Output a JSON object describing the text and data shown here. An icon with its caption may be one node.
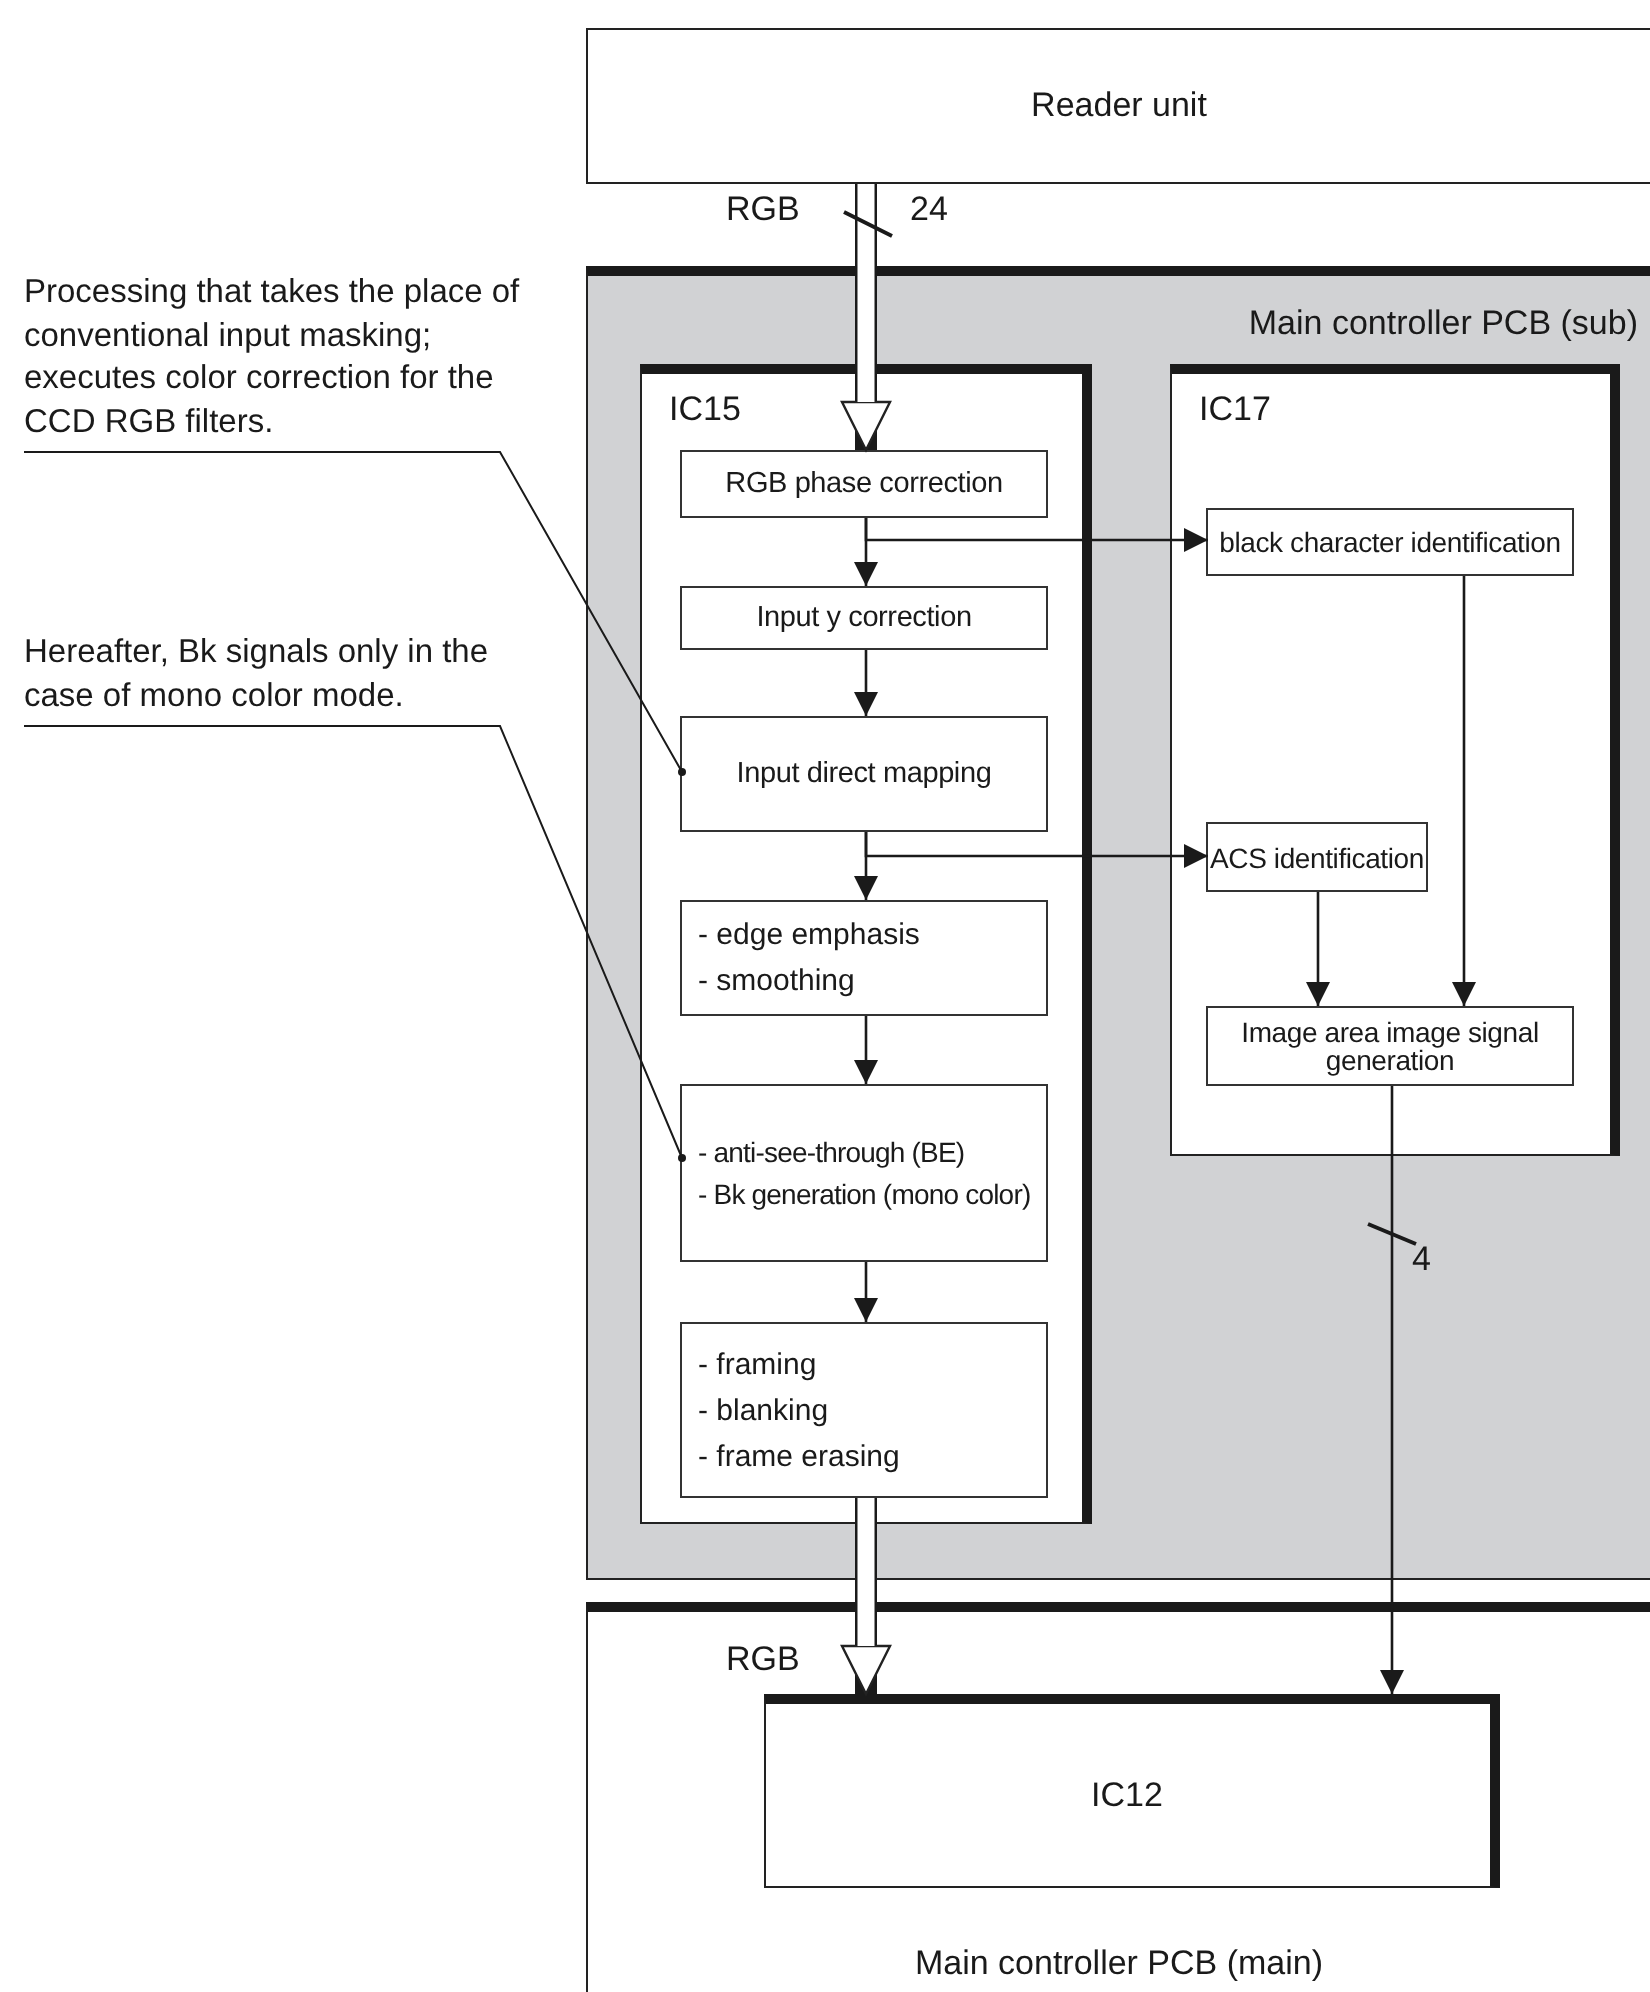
{
  "diagram": {
    "nodes": [
      {
        "text": [
          "Reader unit"
        ]
      },
      {
        "text": [
          "Main controller PCB (sub)"
        ]
      },
      {
        "text": [
          "IC15"
        ],
        "in": 1
      },
      {
        "text": [
          "RGB phase correction"
        ],
        "in": 2
      },
      {
        "text": [
          "Input y correction"
        ],
        "in": 2
      },
      {
        "text": [
          "Input direct mapping"
        ],
        "in": 2
      },
      {
        "text": [
          "- edge emphasis",
          "- smoothing"
        ],
        "in": 2
      },
      {
        "text": [
          "- anti-see-through (BE)",
          "- Bk generation (mono color)"
        ],
        "in": 2
      },
      {
        "text": [
          "- framing",
          "- blanking",
          "- frame erasing"
        ],
        "in": 2
      },
      {
        "text": [
          "IC17"
        ],
        "in": 1
      },
      {
        "text": [
          "black character identification"
        ],
        "in": 9
      },
      {
        "text": [
          "ACS identification"
        ],
        "in": 9
      },
      {
        "text": [
          "Image area image signal generation"
        ],
        "in": 9
      },
      {
        "text": [
          "Main controller PCB (main)"
        ]
      },
      {
        "text": [
          "IC12"
        ],
        "in": 13
      },
      {
        "text": [
          "Processing that takes the place of conventional input masking;",
          "executes color correction for the CCD RGB filters."
        ]
      },
      {
        "text": [
          "Hereafter, Bk signals only in the case of mono color mode."
        ]
      }
    ],
    "edges": [
      {
        "from": 0,
        "to": 3,
        "arrow": "to",
        "label": "RGB",
        "style": "thick"
      },
      {
        "from": 3,
        "to": 4,
        "arrow": "to"
      },
      {
        "from": 3,
        "to": 10,
        "arrow": "to"
      },
      {
        "from": 4,
        "to": 5,
        "arrow": "to"
      },
      {
        "from": 5,
        "to": 6,
        "arrow": "to"
      },
      {
        "from": 5,
        "to": 11,
        "arrow": "to"
      },
      {
        "from": 6,
        "to": 7,
        "arrow": "to"
      },
      {
        "from": 7,
        "to": 8,
        "arrow": "to"
      },
      {
        "from": 8,
        "to": 14,
        "arrow": "to",
        "label": "RGB",
        "style": "thick"
      },
      {
        "from": 10,
        "to": 12,
        "arrow": "to"
      },
      {
        "from": 11,
        "to": 12,
        "arrow": "to"
      },
      {
        "from": 12,
        "to": 14,
        "arrow": "to"
      },
      {
        "from": 15,
        "to": 5,
        "arrow": "other"
      },
      {
        "from": 16,
        "to": 7,
        "arrow": "other"
      }
    ],
    "labels": [
      "24",
      "4"
    ]
  }
}
